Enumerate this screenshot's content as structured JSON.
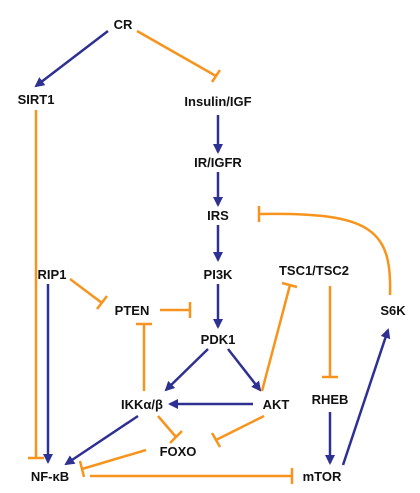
{
  "colors": {
    "activation": "#2e3192",
    "inhibition": "#f7941d",
    "text": "#111111",
    "background": "#ffffff"
  },
  "nodes": {
    "cr": "CR",
    "sirt1": "SIRT1",
    "insulin_igf": "Insulin/IGF",
    "ir_igfr": "IR/IGFR",
    "irs": "IRS",
    "rip1": "RIP1",
    "pi3k": "PI3K",
    "tsc1_tsc2": "TSC1/TSC2",
    "pten": "PTEN",
    "s6k": "S6K",
    "pdk1": "PDK1",
    "rheb": "RHEB",
    "ikk": "IKKα/β",
    "akt": "AKT",
    "foxo": "FOXO",
    "nfkb": "NF-κB",
    "mtor": "mTOR"
  }
}
